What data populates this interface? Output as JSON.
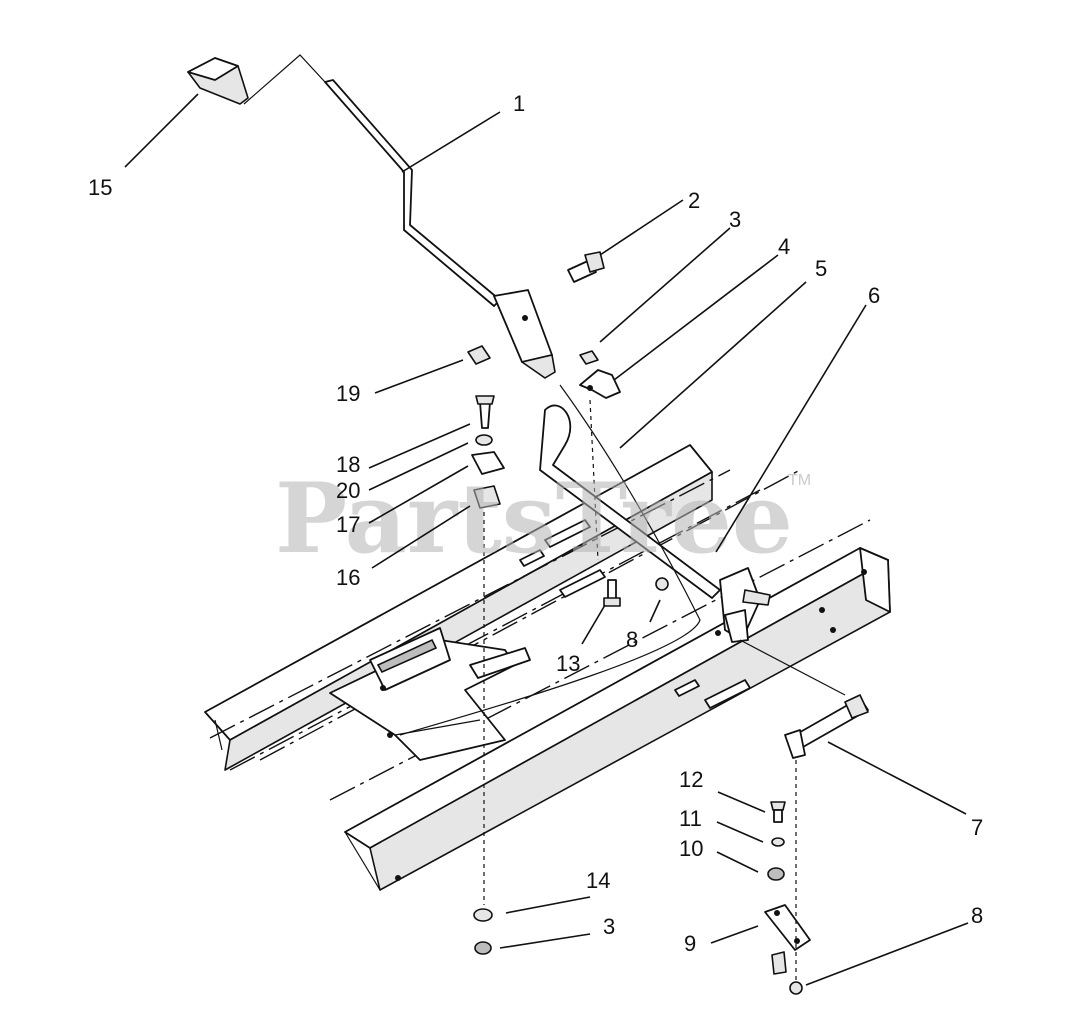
{
  "watermark": {
    "text": "PartsTree",
    "trademark": "TM"
  },
  "callouts": [
    {
      "id": "1",
      "label": "1"
    },
    {
      "id": "2",
      "label": "2"
    },
    {
      "id": "3a",
      "label": "3"
    },
    {
      "id": "4",
      "label": "4"
    },
    {
      "id": "5",
      "label": "5"
    },
    {
      "id": "6",
      "label": "6"
    },
    {
      "id": "7",
      "label": "7"
    },
    {
      "id": "8a",
      "label": "8"
    },
    {
      "id": "8b",
      "label": "8"
    },
    {
      "id": "9",
      "label": "9"
    },
    {
      "id": "10",
      "label": "10"
    },
    {
      "id": "11",
      "label": "11"
    },
    {
      "id": "12",
      "label": "12"
    },
    {
      "id": "13",
      "label": "13"
    },
    {
      "id": "14",
      "label": "14"
    },
    {
      "id": "3b",
      "label": "3"
    },
    {
      "id": "15",
      "label": "15"
    },
    {
      "id": "16",
      "label": "16"
    },
    {
      "id": "17",
      "label": "17"
    },
    {
      "id": "18",
      "label": "18"
    },
    {
      "id": "19",
      "label": "19"
    },
    {
      "id": "20",
      "label": "20"
    }
  ]
}
